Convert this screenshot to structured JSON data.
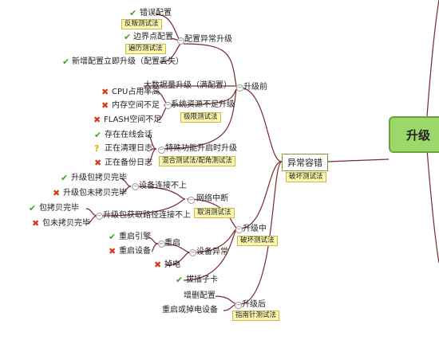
{
  "root": {
    "label": "升级"
  },
  "main": {
    "label": "异常容错",
    "tag": "破坏测试法"
  },
  "pre": {
    "label": "升级前",
    "config": {
      "label": "配置异常升级",
      "items": [
        {
          "label": "错误配置",
          "tag": "反叛测试法"
        },
        {
          "label": "边界点配置",
          "tag": "遍历测试法"
        },
        {
          "label": "新增配置立即升级（配置丢失）"
        }
      ]
    },
    "bigdata": {
      "label": "大数据量升级（满配置）"
    },
    "resource": {
      "label": "系统资源不足升级",
      "tag": "极限测试法",
      "items": [
        {
          "label": "CPU占用率高"
        },
        {
          "label": "内存空间不足"
        },
        {
          "label": "FLASH空间不足"
        }
      ]
    },
    "special": {
      "label": "特殊功能开启时升级",
      "tag": "混合测试法/配角测试法",
      "items": [
        {
          "label": "存在在线会话"
        },
        {
          "label": "正在清理日志"
        },
        {
          "label": "正在备份日志"
        }
      ]
    }
  },
  "mid": {
    "label": "升级中",
    "tag": "破坏测试法",
    "network": {
      "label": "网络中断",
      "tag": "取消测试法",
      "device": {
        "label": "设备连接不上",
        "items": [
          {
            "label": "升级包拷贝完毕"
          },
          {
            "label": "升级包未拷贝完毕"
          }
        ]
      },
      "path": {
        "label": "升级包获取路径连接不上",
        "items": [
          {
            "label": "包拷贝完毕"
          },
          {
            "label": "包未拷贝完毕"
          }
        ]
      }
    },
    "device_err": {
      "label": "设备异常",
      "reboot": {
        "label": "重启",
        "items": [
          {
            "label": "重启引擎"
          },
          {
            "label": "重启设备"
          }
        ]
      },
      "poweroff": {
        "label": "掉电"
      }
    },
    "plug": {
      "label": "拔插子卡"
    }
  },
  "post": {
    "label": "升级后",
    "tag": "指南针测试法",
    "items": [
      {
        "label": "增删配置"
      },
      {
        "label": "重启或掉电设备"
      }
    ]
  },
  "colors": {
    "check": "#3aa520",
    "cross": "#d63a1a",
    "question": "#e0a800",
    "tag_bg": "#fbf6b0",
    "root_bg": "#9bd76a",
    "line": "#7a2a2a"
  }
}
